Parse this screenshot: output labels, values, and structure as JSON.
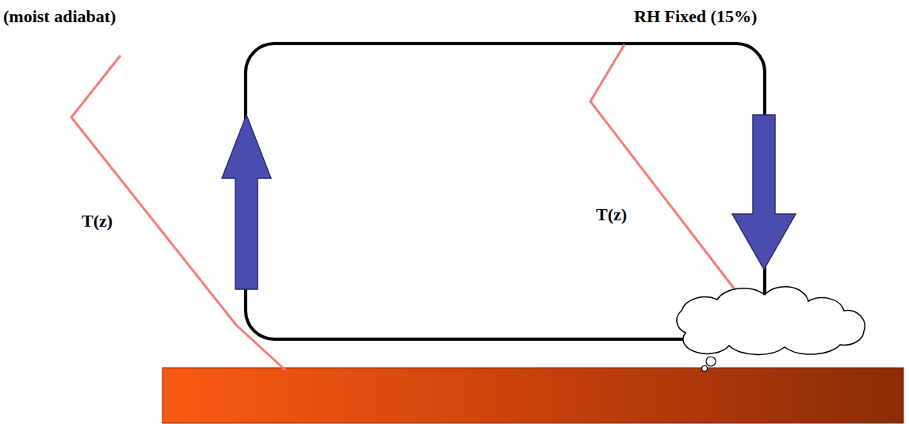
{
  "diagram": {
    "labels": [
      "(moist adiabat)",
      "RH Fixed (15%)",
      "T(z)",
      "T(z)"
    ]
  }
}
